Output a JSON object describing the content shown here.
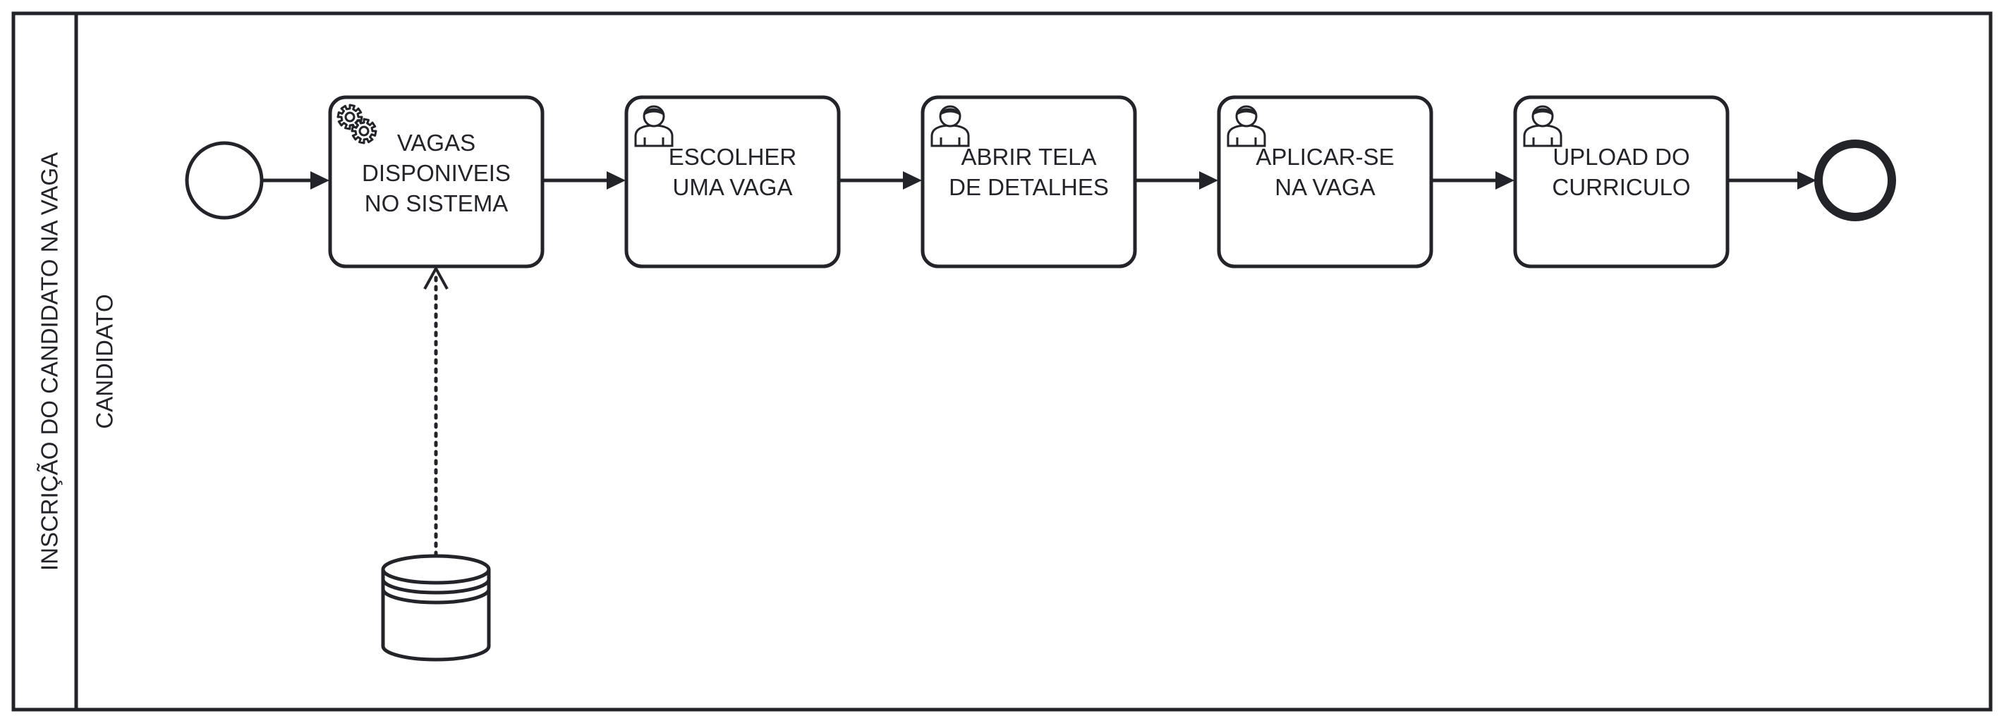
{
  "pool": {
    "label": "INSCRIÇÃO DO CANDIDATO NA  VAGA"
  },
  "lane": {
    "label": "CANDIDATO"
  },
  "tasks": [
    {
      "type": "service",
      "icon": "gears-icon",
      "lines": [
        "VAGAS",
        "DISPONIVEIS",
        "NO SISTEMA"
      ]
    },
    {
      "type": "user",
      "icon": "user-icon",
      "lines": [
        "ESCOLHER",
        "UMA VAGA"
      ]
    },
    {
      "type": "user",
      "icon": "user-icon",
      "lines": [
        "ABRIR TELA",
        "DE DETALHES"
      ]
    },
    {
      "type": "user",
      "icon": "user-icon",
      "lines": [
        "APLICAR-SE",
        "NA VAGA"
      ]
    },
    {
      "type": "user",
      "icon": "user-icon",
      "lines": [
        "UPLOAD DO",
        "CURRICULO"
      ]
    }
  ],
  "events": {
    "start": "start-event",
    "end": "end-event"
  },
  "data_store": {
    "icon": "database-icon"
  },
  "colors": {
    "stroke": "#22242a",
    "background": "#ffffff"
  }
}
